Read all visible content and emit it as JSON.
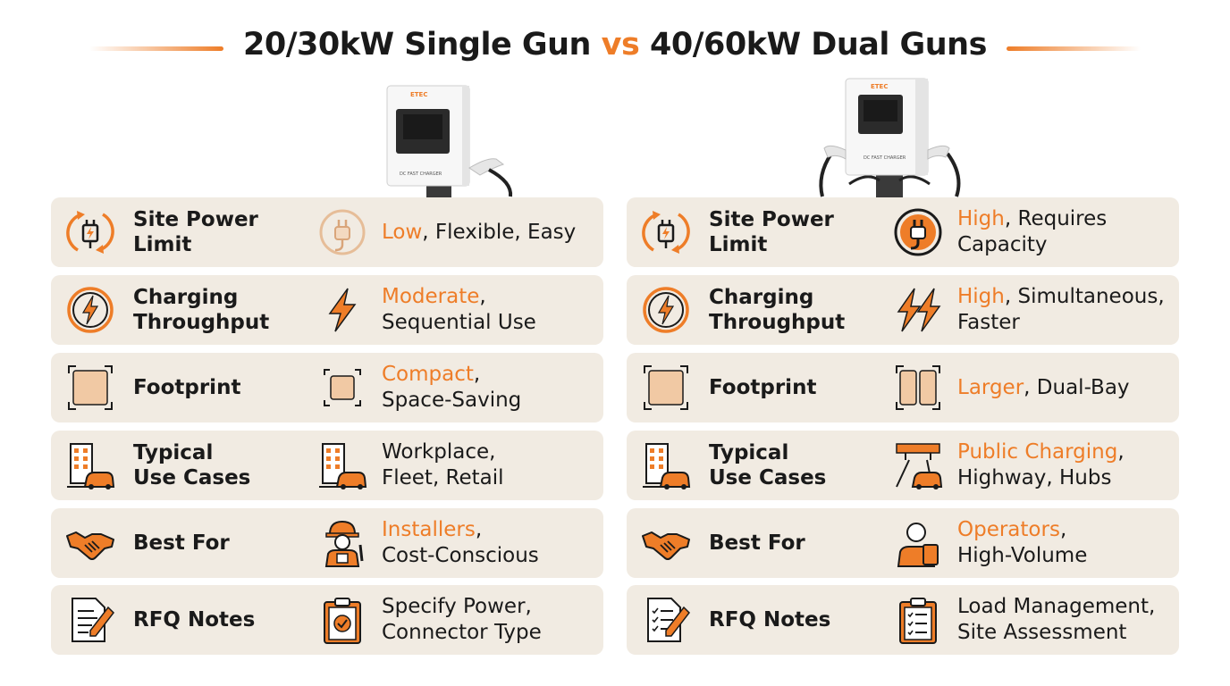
{
  "title": {
    "left": "20/30kW Single Gun",
    "vs": "vs",
    "right": "40/60kW Dual Guns"
  },
  "chargers": {
    "single": {
      "brand": "ETEC",
      "model_text": "DC FAST CHARGER"
    },
    "dual": {
      "brand": "ETEC",
      "model_text": "DC FAST CHARGER"
    }
  },
  "colors": {
    "accent": "#ee7d28",
    "row_bg": "#f1ebe2",
    "text": "#1a1a1a"
  },
  "single": {
    "rows": [
      {
        "label": "Site Power Limit",
        "icon": "power-plug-icon",
        "value_icon": "plug-icon",
        "highlight": "Low",
        "rest": ", Flexible, Easy"
      },
      {
        "label": "Charging\nThroughput",
        "icon": "gauge-bolt-icon",
        "value_icon": "lightning-icon",
        "highlight": "Moderate",
        "rest": ",\nSequential Use"
      },
      {
        "label": "Footprint",
        "icon": "footprint-square-icon",
        "value_icon": "compact-square-icon",
        "highlight": "Compact",
        "rest": ",\nSpace-Saving"
      },
      {
        "label": "Typical\nUse Cases",
        "icon": "building-car-icon",
        "value_icon": "building-car-icon",
        "highlight": "",
        "rest": "Workplace,\nFleet, Retail"
      },
      {
        "label": "Best For",
        "icon": "handshake-icon",
        "value_icon": "installer-worker-icon",
        "highlight": "Installers",
        "rest": ",\nCost-Conscious"
      },
      {
        "label": "RFQ Notes",
        "icon": "document-pen-icon",
        "value_icon": "clipboard-check-icon",
        "highlight": "",
        "rest": "Specify Power,\nConnector Type"
      }
    ]
  },
  "dual": {
    "rows": [
      {
        "label": "Site Power Limit",
        "icon": "power-plug-icon",
        "value_icon": "plug-icon",
        "highlight": "High",
        "rest": ", Requires\nCapacity"
      },
      {
        "label": "Charging\nThroughput",
        "icon": "gauge-bolt-icon",
        "value_icon": "double-lightning-icon",
        "highlight": "High",
        "rest": ", Simultaneous,\nFaster"
      },
      {
        "label": "Footprint",
        "icon": "footprint-square-icon",
        "value_icon": "dual-bay-icon",
        "highlight": "Larger",
        "rest": ", Dual-Bay"
      },
      {
        "label": "Typical\nUse Cases",
        "icon": "building-car-icon",
        "value_icon": "highway-car-icon",
        "highlight": "Public Charging",
        "rest": ",\nHighway, Hubs"
      },
      {
        "label": "Best For",
        "icon": "handshake-icon",
        "value_icon": "operator-person-icon",
        "highlight": "Operators",
        "rest": ",\nHigh-Volume"
      },
      {
        "label": "RFQ Notes",
        "icon": "document-checklist-icon",
        "value_icon": "clipboard-list-icon",
        "highlight": "",
        "rest": "Load Management,\nSite Assessment"
      }
    ]
  }
}
